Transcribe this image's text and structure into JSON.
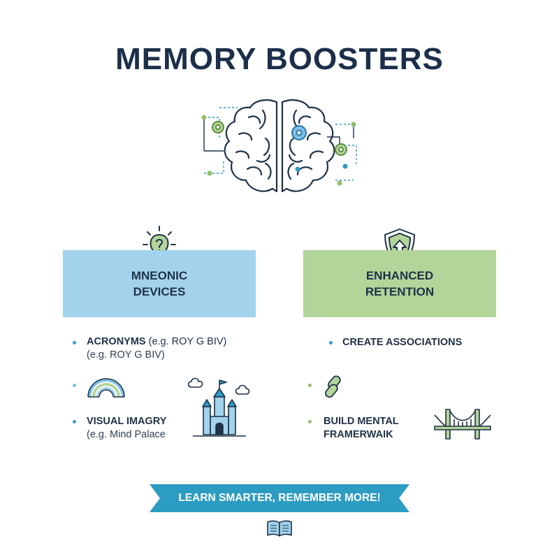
{
  "title": "MEMORY BOOSTERS",
  "left_panel": {
    "line1": "MNEONIC",
    "line2": "DEVICES",
    "icon": "lightbulb-question-icon",
    "color": "#a3d3ec"
  },
  "right_panel": {
    "line1": "ENHANCED",
    "line2": "RETENTION",
    "icon": "shield-arrow-icon",
    "color": "#b3d59a"
  },
  "left_items": {
    "acronyms_bold": "ACRONYMS",
    "acronyms_rest": " (e.g. ROY G BIV)",
    "acronyms_sub": "(e.g. ROY G BIV)",
    "visual_bold": "VISUAL IMAGRY",
    "visual_sub": "(e.g. Mind Palace"
  },
  "right_items": {
    "associations": "CREATE ASSOCIATIONS",
    "framework_line1": "BUILD MENTAL",
    "framework_line2": "FRAMERWAIK"
  },
  "banner": {
    "text": "LEARN SMARTER, REMEMBER MORE!",
    "color": "#2d9cc2"
  },
  "icons": [
    "brain-gears-icon",
    "rainbow-icon",
    "castle-icon",
    "chain-link-icon",
    "bridge-icon",
    "open-book-icon"
  ]
}
